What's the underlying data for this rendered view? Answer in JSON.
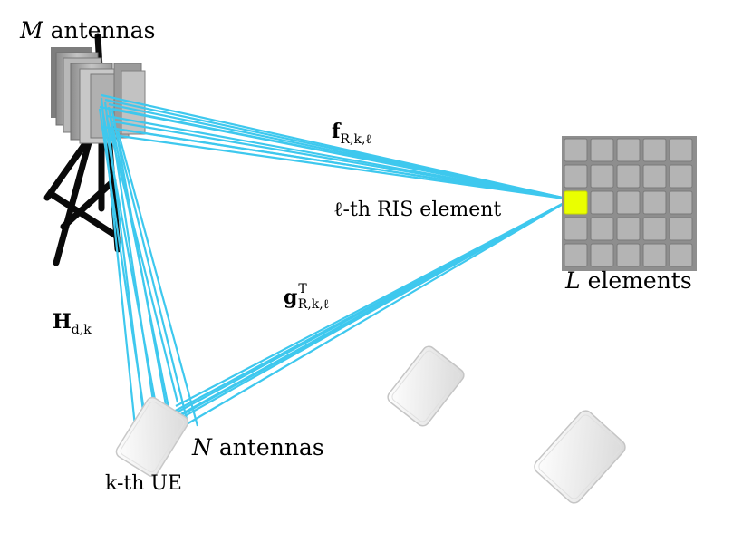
{
  "labels": {
    "bs_antennas_var": "M",
    "bs_antennas_text": "antennas",
    "ris_element_text": "ℓ-th RIS element",
    "ris_elements_var": "L",
    "ris_elements_text": "elements",
    "ue_antennas_var": "N",
    "ue_antennas_text": "antennas",
    "ue_label": "k-th UE"
  },
  "channels": {
    "bs_ris": {
      "base": "f",
      "sub": "R,k,ℓ"
    },
    "ris_ue": {
      "base": "g",
      "sub": "R,k,ℓ",
      "sup": "T"
    },
    "direct": {
      "base": "H",
      "sub": "d,k"
    }
  },
  "colors": {
    "beam": "#3ec8ee",
    "ris_tile": "#b4b4b4",
    "ris_highlight": "#eaff00",
    "tower": "#0a0a0a",
    "antenna_panel": "#a8a8a8"
  },
  "icons": [
    "base-station-icon",
    "ris-panel-icon",
    "ue-device-icon"
  ]
}
